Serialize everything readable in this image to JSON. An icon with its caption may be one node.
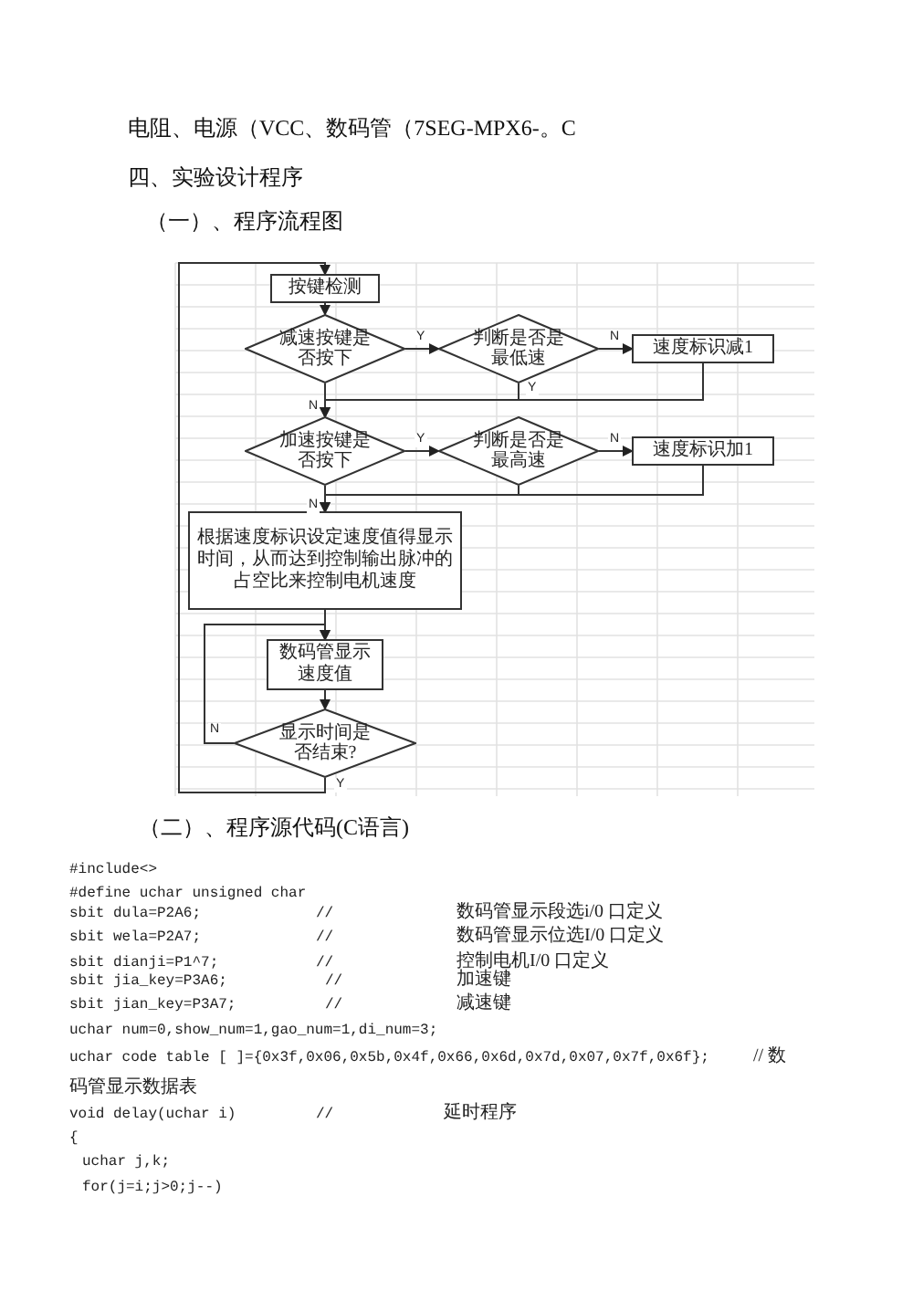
{
  "diagram": {
    "nodes": [
      {
        "text": [
          "按键检测"
        ]
      },
      {
        "text": [
          "减速按键是否按下"
        ]
      },
      {
        "text": [
          "判断是否是最低速"
        ]
      },
      {
        "text": [
          "速度标识减1"
        ]
      },
      {
        "text": [
          "加速按键是否按下"
        ]
      },
      {
        "text": [
          "判断是否是最高速"
        ]
      },
      {
        "text": [
          "速度标识加1"
        ]
      },
      {
        "text": [
          "根据速度标识设定速度值得显示时间，从而达到控制输出脉冲的占空比来控制电机速度"
        ]
      },
      {
        "text": [
          "数码管显示速度值"
        ]
      },
      {
        "text": [
          "显示时间是否结束?"
        ]
      }
    ],
    "edges": [
      {
        "from": 0,
        "to": 1,
        "arrow": "to"
      },
      {
        "from": 1,
        "to": 2,
        "arrow": "to",
        "label": "Y"
      },
      {
        "from": 2,
        "to": 3,
        "arrow": "to",
        "label": "N"
      },
      {
        "from": 3,
        "to": 4,
        "arrow": "to"
      },
      {
        "from": 2,
        "to": 4,
        "arrow": "to",
        "label": "Y"
      },
      {
        "from": 1,
        "to": 4,
        "arrow": "to",
        "label": "N"
      },
      {
        "from": 4,
        "to": 5,
        "arrow": "to",
        "label": "Y"
      },
      {
        "from": 5,
        "to": 6,
        "arrow": "to",
        "label": "N"
      },
      {
        "from": 6,
        "to": 7,
        "arrow": "to"
      },
      {
        "from": 5,
        "to": 7,
        "arrow": "to"
      },
      {
        "from": 4,
        "to": 7,
        "arrow": "to",
        "label": "N"
      },
      {
        "from": 7,
        "to": 8,
        "arrow": "to"
      },
      {
        "from": 8,
        "to": 9,
        "arrow": "to"
      },
      {
        "from": 9,
        "to": 8,
        "arrow": "to",
        "label": "N"
      },
      {
        "from": 9,
        "to": 0,
        "arrow": "to",
        "label": "Y"
      }
    ],
    "labels": [
      "电阻、电源（VCC、数码管（7SEG-MPX6-。C",
      "四、实验设计程序",
      "（一）、程序流程图",
      "（二）、程序源代码(C语言)",
      "#include<>",
      "#define uchar unsigned char",
      "sbit dula=P2A6;",
      "//",
      "数码管显示段选i/0 口定义",
      "sbit wela=P2A7;",
      "//",
      "数码管显示位选I/0 口定义",
      "sbit dianji=P1^7;",
      "//",
      "控制电机I/0 口定义",
      "sbit jia_key=P3A6;",
      "//",
      "加速键",
      "sbit jian_key=P3A7;",
      "//",
      "减速键",
      "uchar num=0,show_num=1,gao_num=1,di_num=3;",
      "uchar code table [ ]={0x3f,0x06,0x5b,0x4f,0x66,0x6d,0x7d,0x07,0x7f,0x6f};",
      "// 数码管显示数据表",
      "void delay(uchar i)",
      "//",
      "延时程序",
      "{",
      "uchar j,k;",
      "for(j=i;j>0;j--)"
    ]
  }
}
